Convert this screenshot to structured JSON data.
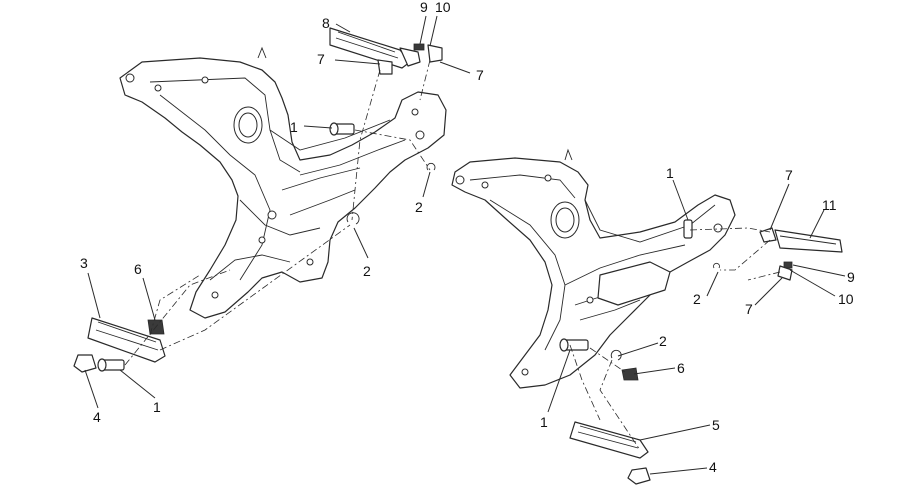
{
  "callouts": [
    {
      "id": "c-8",
      "text": "8"
    },
    {
      "id": "c-9a",
      "text": "9"
    },
    {
      "id": "c-10a",
      "text": "10"
    },
    {
      "id": "c-7a",
      "text": "7"
    },
    {
      "id": "c-7b",
      "text": "7"
    },
    {
      "id": "c-1a",
      "text": "1"
    },
    {
      "id": "c-2a",
      "text": "2"
    },
    {
      "id": "c-2b",
      "text": "2"
    },
    {
      "id": "c-3",
      "text": "3"
    },
    {
      "id": "c-6a",
      "text": "6"
    },
    {
      "id": "c-4a",
      "text": "4"
    },
    {
      "id": "c-1b",
      "text": "1"
    },
    {
      "id": "c-1c",
      "text": "1"
    },
    {
      "id": "c-7c",
      "text": "7"
    },
    {
      "id": "c-11",
      "text": "11"
    },
    {
      "id": "c-9b",
      "text": "9"
    },
    {
      "id": "c-10b",
      "text": "10"
    },
    {
      "id": "c-7d",
      "text": "7"
    },
    {
      "id": "c-2c",
      "text": "2"
    },
    {
      "id": "c-2d",
      "text": "2"
    },
    {
      "id": "c-6b",
      "text": "6"
    },
    {
      "id": "c-1d",
      "text": "1"
    },
    {
      "id": "c-5",
      "text": "5"
    },
    {
      "id": "c-4b",
      "text": "4"
    }
  ]
}
